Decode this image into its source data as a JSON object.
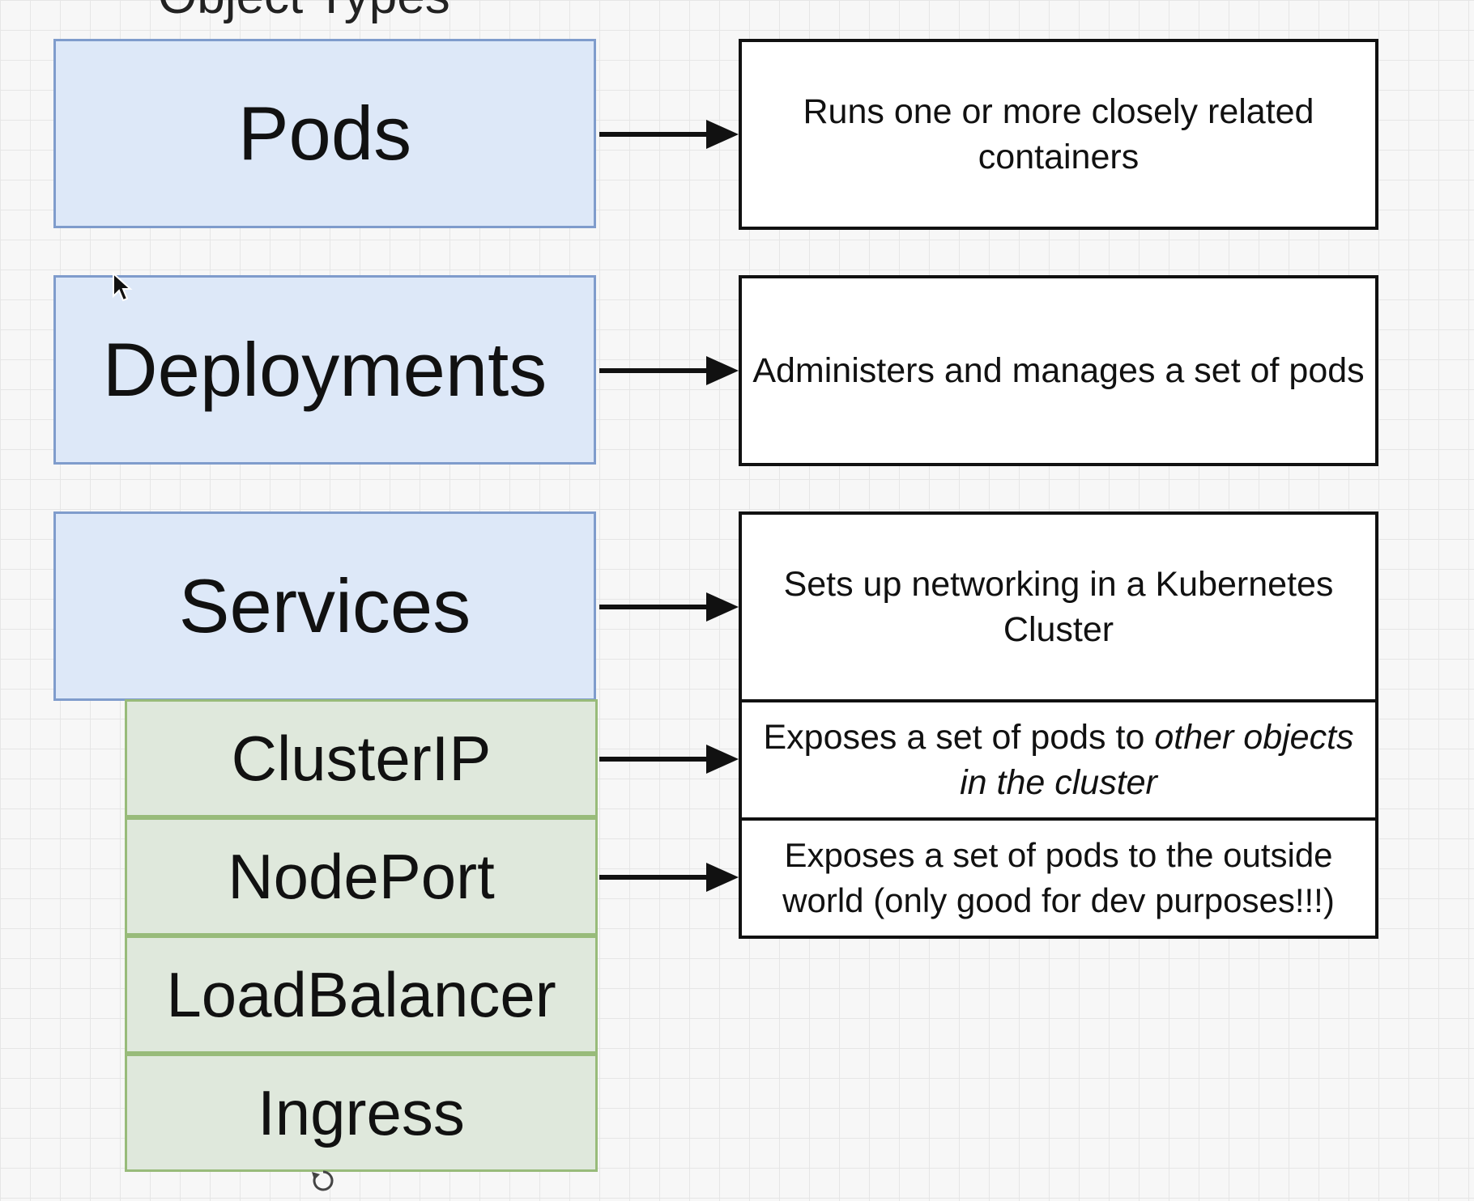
{
  "diagram": {
    "title": "Object Types",
    "object_types": [
      {
        "label": "Pods",
        "description": "Runs one or more closely related containers"
      },
      {
        "label": "Deployments",
        "description": "Administers and manages a set of pods"
      },
      {
        "label": "Services",
        "description": "Sets up networking in a Kubernetes Cluster"
      }
    ],
    "service_types": [
      {
        "label": "ClusterIP",
        "description_prefix": "Exposes a set of pods to ",
        "description_emphasis": "other objects in the cluster"
      },
      {
        "label": "NodePort",
        "description": "Exposes a set of pods to the outside world (only good for dev purposes!!!)"
      },
      {
        "label": "LoadBalancer"
      },
      {
        "label": "Ingress"
      }
    ]
  },
  "colors": {
    "object_type_fill": "#dde8f8",
    "object_type_border": "#7f9ccc",
    "service_type_fill": "#dfe8dc",
    "service_type_border": "#98bb7a",
    "arrow": "#111111"
  },
  "icons": {
    "cursor": "mouse-pointer-icon",
    "rotate_handle": "rotate-handle-icon"
  }
}
